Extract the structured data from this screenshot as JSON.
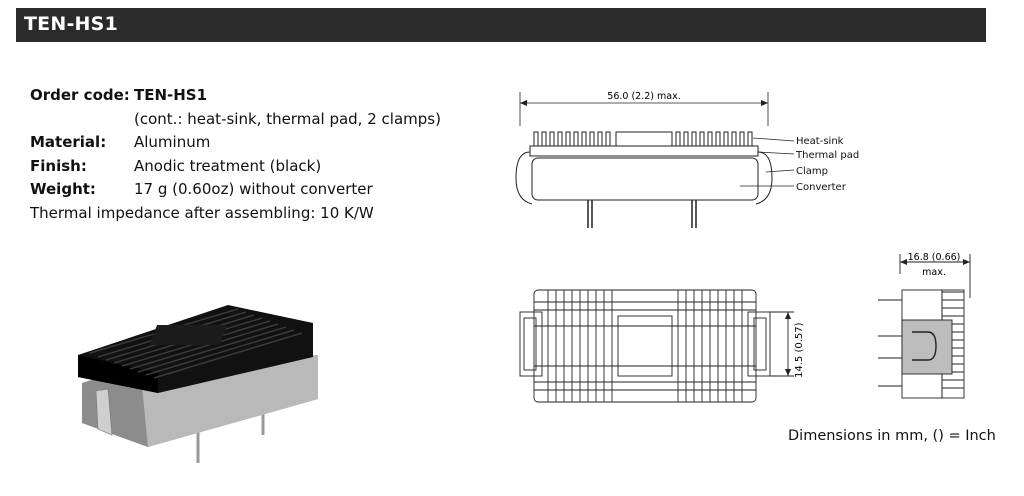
{
  "header": {
    "title": "TEN-HS1"
  },
  "specs": {
    "order_code_label": "Order code:",
    "order_code_value": "TEN-HS1",
    "order_code_note": "(cont.: heat-sink, thermal pad, 2 clamps)",
    "material_label": "Material:",
    "material_value": "Aluminum",
    "finish_label": "Finish:",
    "finish_value": "Anodic treatment (black)",
    "weight_label": "Weight:",
    "weight_value": "17 g (0.60oz) without converter",
    "thermal_line": "Thermal impedance after assembling: 10 K/W"
  },
  "side_drawing": {
    "dimension": "56.0 (2.2) max.",
    "callouts": [
      "Heat-sink",
      "Thermal pad",
      "Clamp",
      "Converter"
    ]
  },
  "top_drawing": {
    "dimension": "14.5 (0.57)"
  },
  "end_drawing": {
    "dimension_line1": "16.8 (0.66)",
    "dimension_line2": "max."
  },
  "footer": {
    "units_note": "Dimensions in mm, () = Inch"
  }
}
